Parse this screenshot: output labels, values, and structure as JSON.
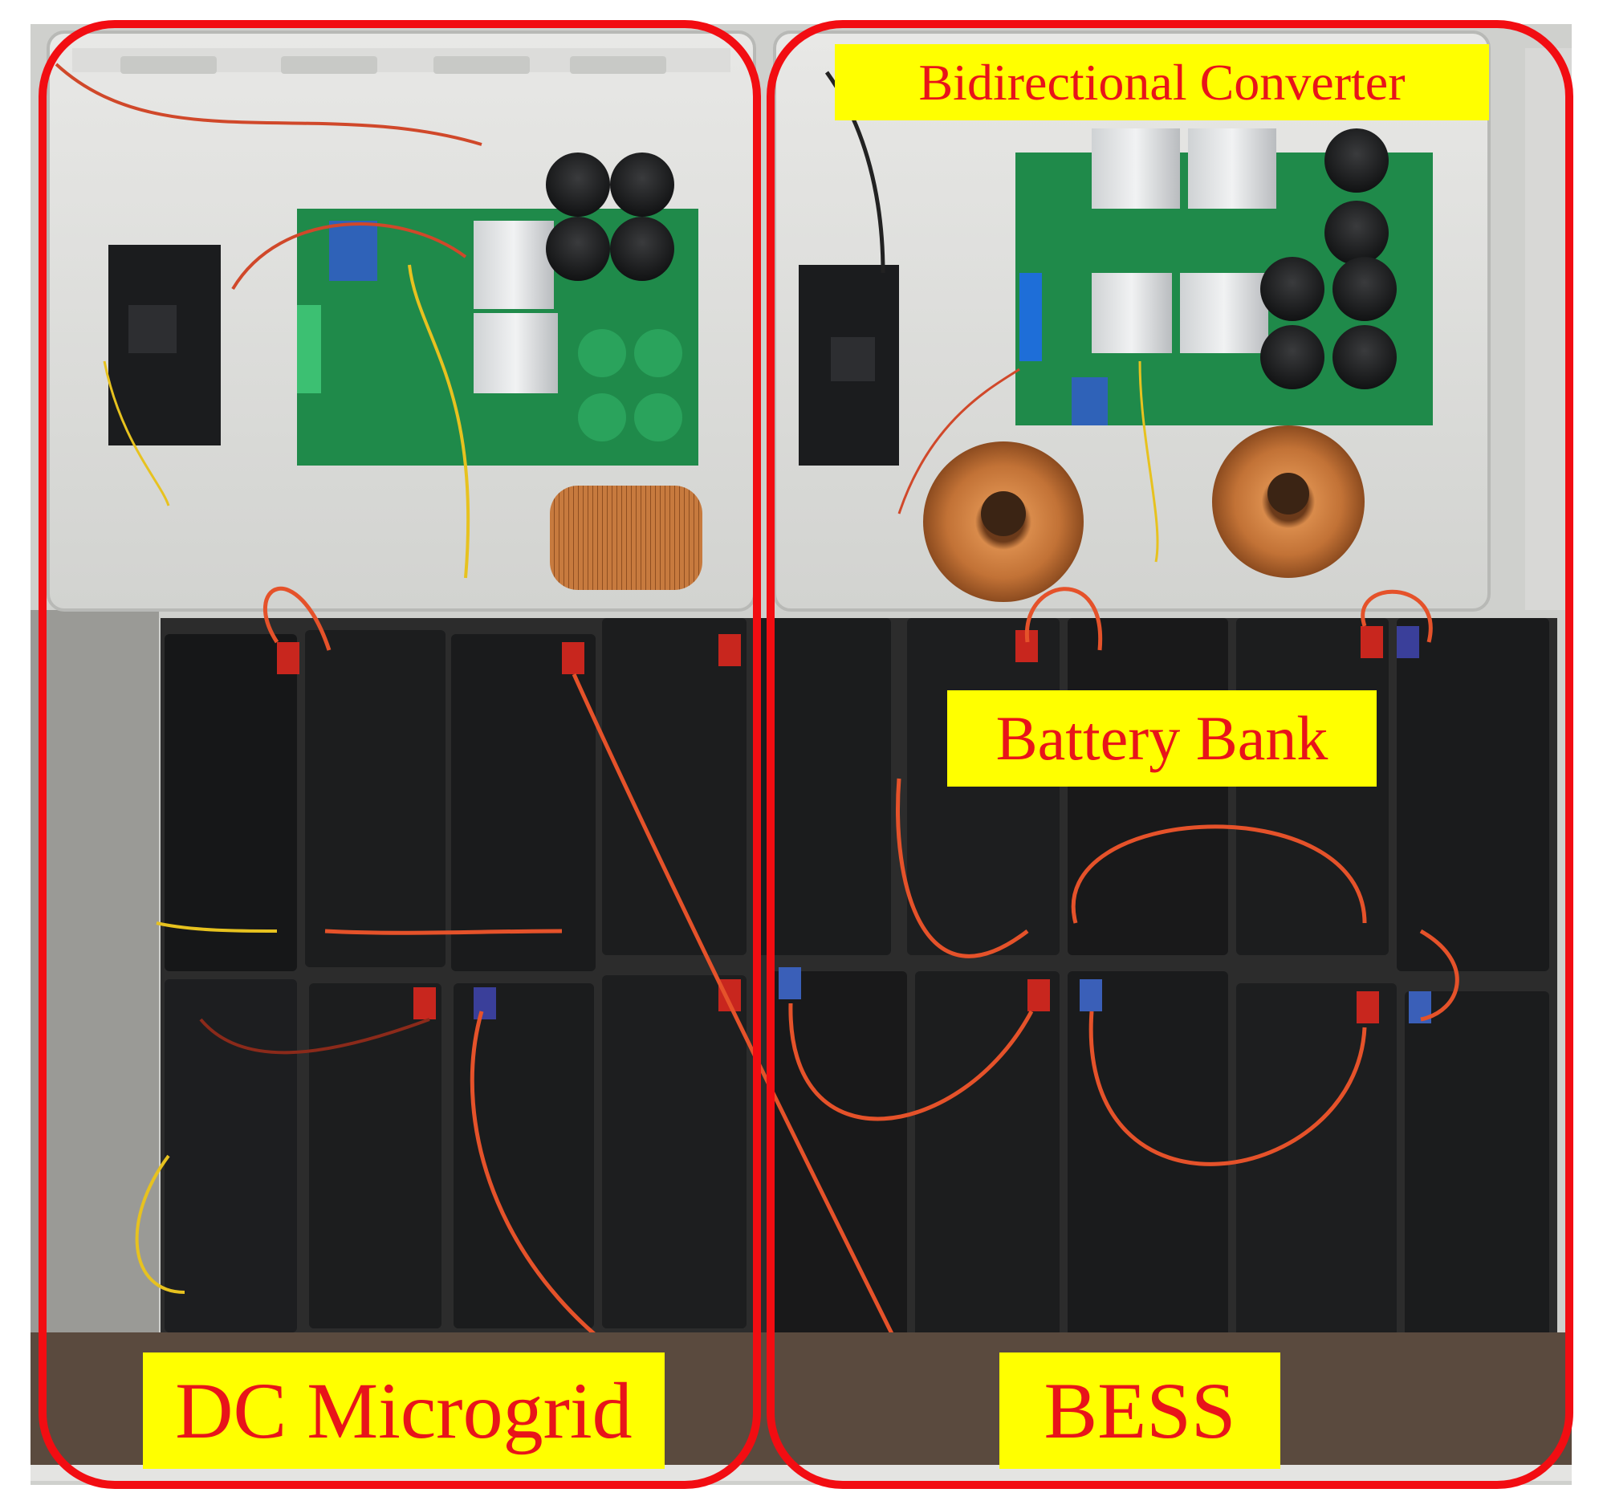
{
  "labels": {
    "bidirectional_converter": "Bidirectional Converter",
    "battery_bank": "Battery Bank",
    "dc_microgrid": "DC Microgrid",
    "bess": "BESS"
  },
  "colors": {
    "frame": "#f20d12",
    "label_bg": "#ffff00",
    "label_text": "#e8141a"
  }
}
